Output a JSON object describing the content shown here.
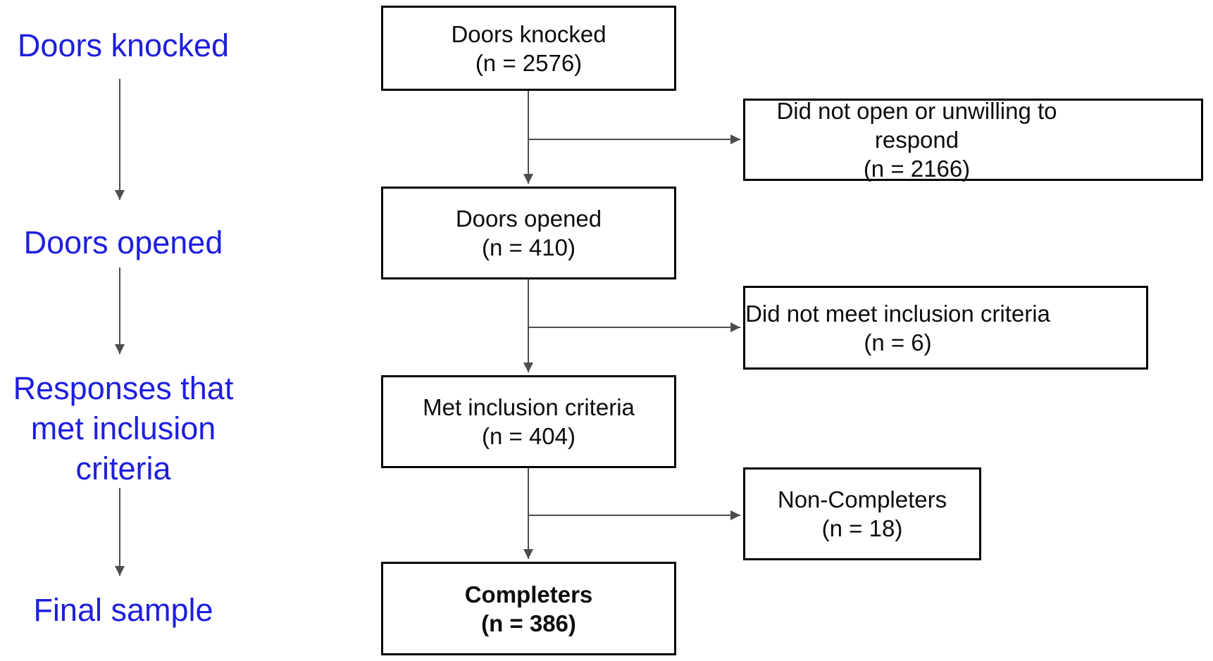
{
  "diagram": {
    "stages": [
      {
        "label": "Doors knocked"
      },
      {
        "label": "Doors opened"
      },
      {
        "label": "Responses that met inclusion criteria"
      },
      {
        "label": "Final sample"
      }
    ],
    "main_boxes": [
      {
        "label": "Doors knocked",
        "n": "(n = 2576)"
      },
      {
        "label": "Doors opened",
        "n": "(n = 410)"
      },
      {
        "label": "Met inclusion criteria",
        "n": "(n = 404)"
      },
      {
        "label": "Completers",
        "n": "(n = 386)"
      }
    ],
    "side_boxes": [
      {
        "label": "Did not open or unwilling to respond",
        "n": "(n = 2166)"
      },
      {
        "label": "Did not meet inclusion criteria",
        "n": "(n = 6)"
      },
      {
        "label": "Non-Completers",
        "n": "(n = 18)"
      }
    ],
    "colors": {
      "stage_label_blue": "#1e1ee0",
      "connector_gray": "#4d4d4d",
      "box_border": "#000000",
      "box_text": "#0d0d0d",
      "background": "#ffffff"
    }
  }
}
